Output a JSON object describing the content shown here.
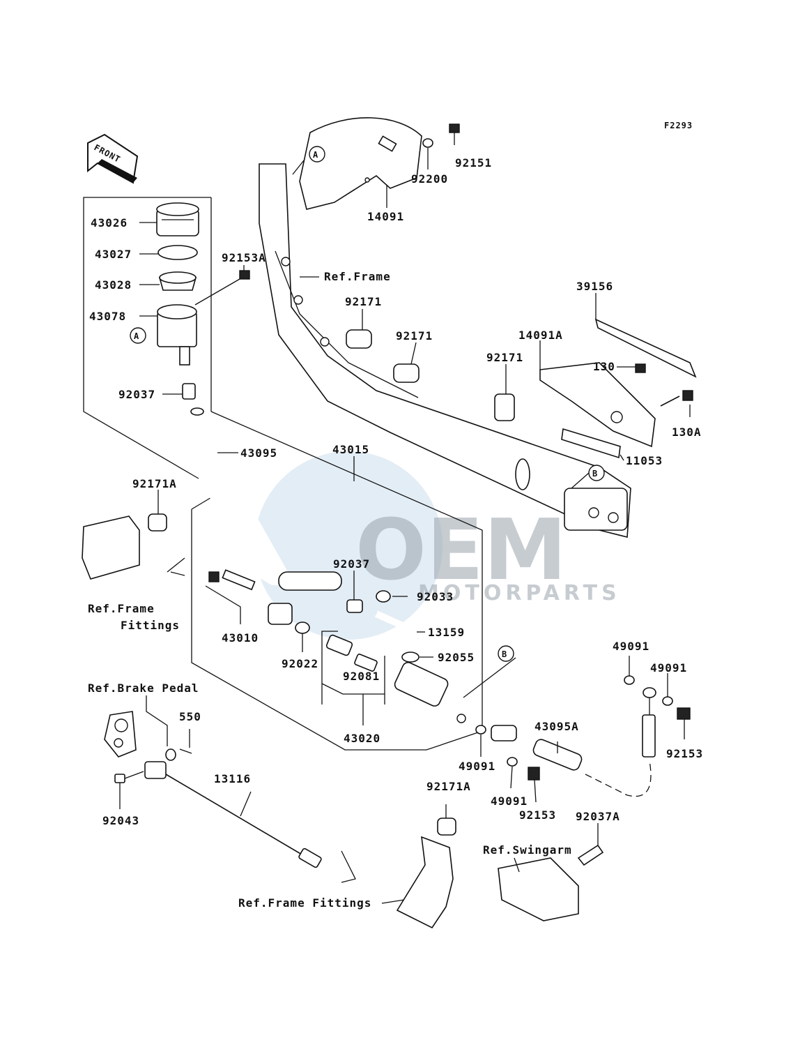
{
  "figure_code": "F2293",
  "front_label": "FRONT",
  "watermark": {
    "main": "OEM",
    "sub": "MOTORPARTS"
  },
  "markers": {
    "a": "A",
    "b": "B"
  },
  "parts": {
    "p43026": "43026",
    "p43027": "43027",
    "p43028": "43028",
    "p43078": "43078",
    "p92153A": "92153A",
    "p92037": "92037",
    "p43095": "43095",
    "p43015": "43015",
    "p92171A_top": "92171A",
    "p92171A_bot": "92171A",
    "p14091": "14091",
    "p92200": "92200",
    "p92151": "92151",
    "p92171_1": "92171",
    "p92171_2": "92171",
    "p92171_3": "92171",
    "p39156": "39156",
    "p14091A": "14091A",
    "p130": "130",
    "p130A": "130A",
    "p11053": "11053",
    "p92037b": "92037",
    "p92033": "92033",
    "p13159": "13159",
    "p92055": "92055",
    "p43010": "43010",
    "p92022": "92022",
    "p92081": "92081",
    "p43020": "43020",
    "p550": "550",
    "p13116": "13116",
    "p92043": "92043",
    "p49091_a": "49091",
    "p49091_b": "49091",
    "p49091_c": "49091",
    "p49091_d": "49091",
    "p43095A": "43095A",
    "p92153_a": "92153",
    "p92153_b": "92153",
    "p92037A": "92037A"
  },
  "refs": {
    "frame": "Ref.Frame",
    "frame_fittings_l1": "Ref.Frame",
    "frame_fittings_l2": "Fittings",
    "brake_pedal": "Ref.Brake Pedal",
    "swingarm": "Ref.Swingarm",
    "frame_fittings_bottom": "Ref.Frame Fittings"
  }
}
